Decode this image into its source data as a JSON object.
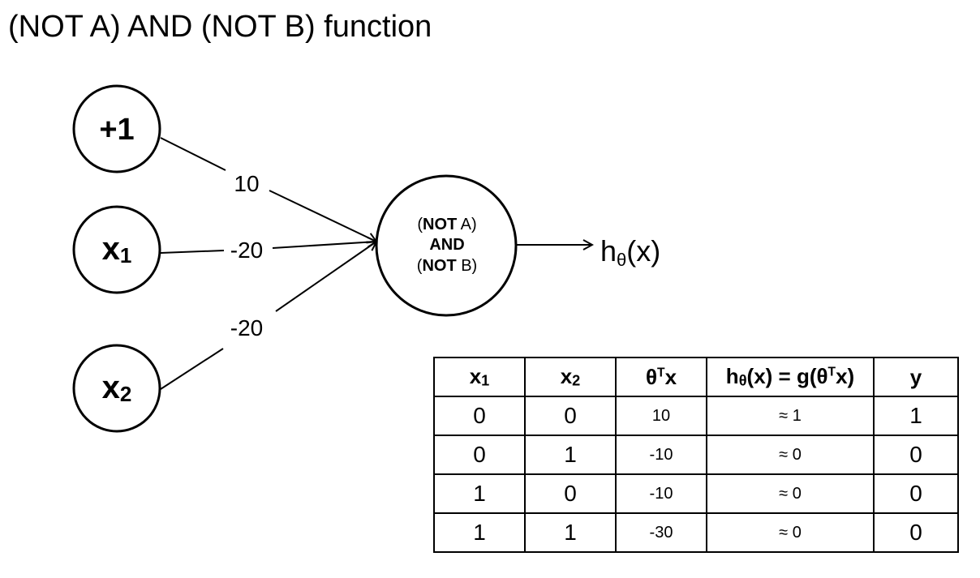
{
  "title": "(NOT A) AND (NOT B) function",
  "nodes": {
    "bias": "+1",
    "x1": {
      "base": "x",
      "sub": "1"
    },
    "x2": {
      "base": "x",
      "sub": "2"
    }
  },
  "weights": {
    "bias": "10",
    "x1": "-20",
    "x2": "-20"
  },
  "center": {
    "line1_pre": "(",
    "line1_bold": "NOT",
    "line1_post": " A)",
    "line2": "AND",
    "line3_pre": "(",
    "line3_bold": "NOT",
    "line3_post": " B)"
  },
  "output": {
    "base": "h",
    "sub": "θ",
    "rest": "(x)"
  },
  "table": {
    "headers": {
      "x1": {
        "base": "x",
        "sub": "1"
      },
      "x2": {
        "base": "x",
        "sub": "2"
      },
      "theta": {
        "base": "θ",
        "sup": "T",
        "rest": "x"
      },
      "h": {
        "base": "h",
        "sub": "θ",
        "mid": "(x) = g(θ",
        "sup": "T",
        "rest": "x)"
      },
      "y": "y"
    },
    "rows": [
      {
        "x1": "0",
        "x2": "0",
        "z": "10",
        "h": "≈ 1",
        "y": "1"
      },
      {
        "x1": "0",
        "x2": "1",
        "z": "-10",
        "h": "≈ 0",
        "y": "0"
      },
      {
        "x1": "1",
        "x2": "0",
        "z": "-10",
        "h": "≈ 0",
        "y": "0"
      },
      {
        "x1": "1",
        "x2": "1",
        "z": "-30",
        "h": "≈ 0",
        "y": "0"
      }
    ]
  }
}
